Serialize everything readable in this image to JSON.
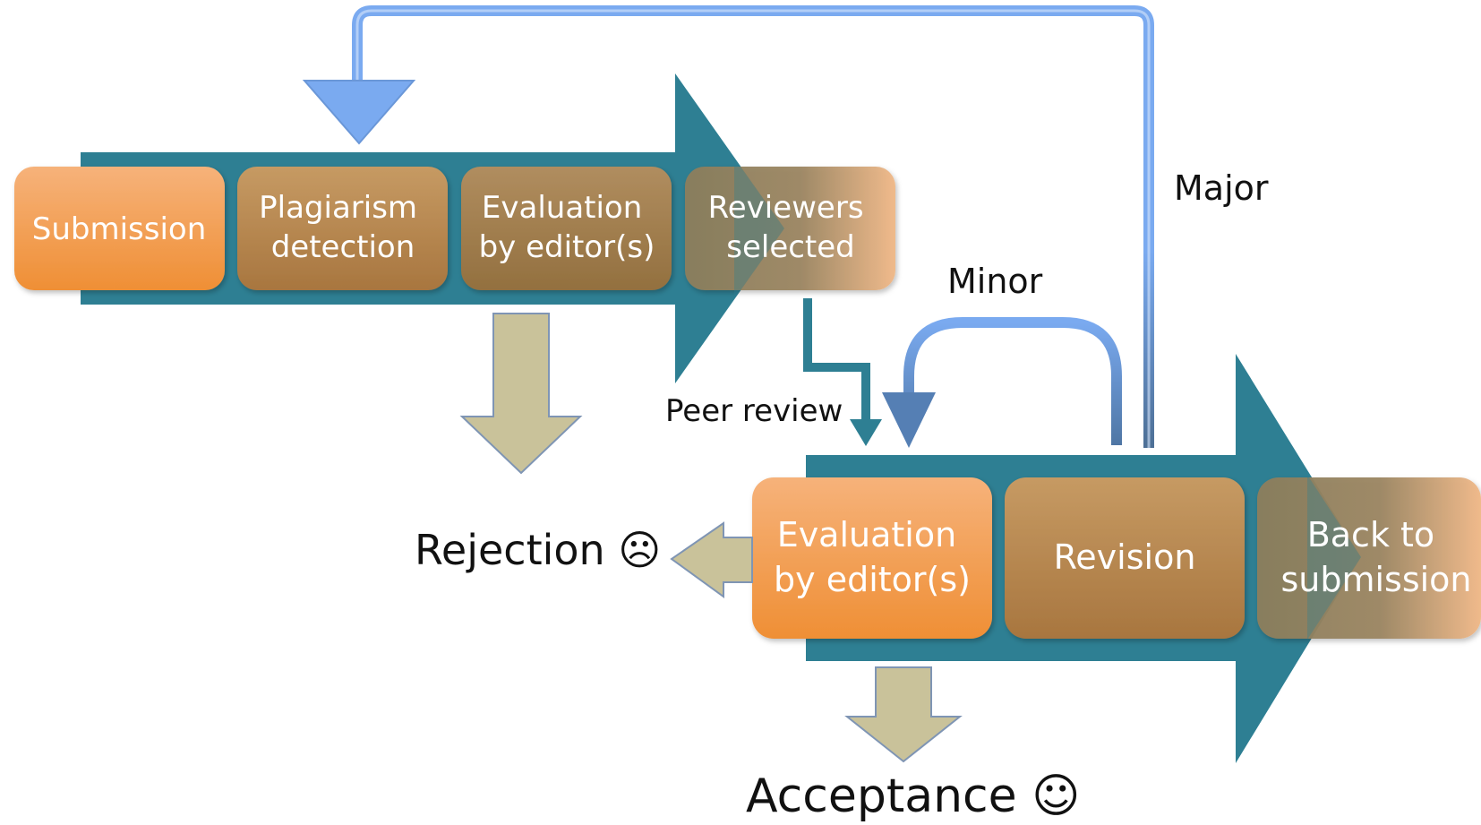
{
  "colors": {
    "process_arrow": "#2e7f93",
    "step_box_light": "#f4a564",
    "step_box_dark": "#b08a55",
    "loop_arrow": "#7aaaf0",
    "outcome_arrow": "#c9c29a",
    "outcome_arrow_stroke": "#7f95b4"
  },
  "top_row": {
    "steps": [
      {
        "lines": [
          "Submission"
        ]
      },
      {
        "lines": [
          "Plagiarism",
          "detection"
        ]
      },
      {
        "lines": [
          "Evaluation",
          "by editor(s)"
        ]
      },
      {
        "lines": [
          "Reviewers",
          "selected"
        ]
      }
    ]
  },
  "bottom_row": {
    "steps": [
      {
        "lines": [
          "Evaluation",
          "by editor(s)"
        ]
      },
      {
        "lines": [
          "Revision"
        ]
      },
      {
        "lines": [
          "Back to",
          "submission"
        ]
      }
    ]
  },
  "labels": {
    "major": "Major",
    "minor": "Minor",
    "peer_review": "Peer review",
    "rejection": "Rejection ☹",
    "acceptance": "Acceptance ☺"
  }
}
